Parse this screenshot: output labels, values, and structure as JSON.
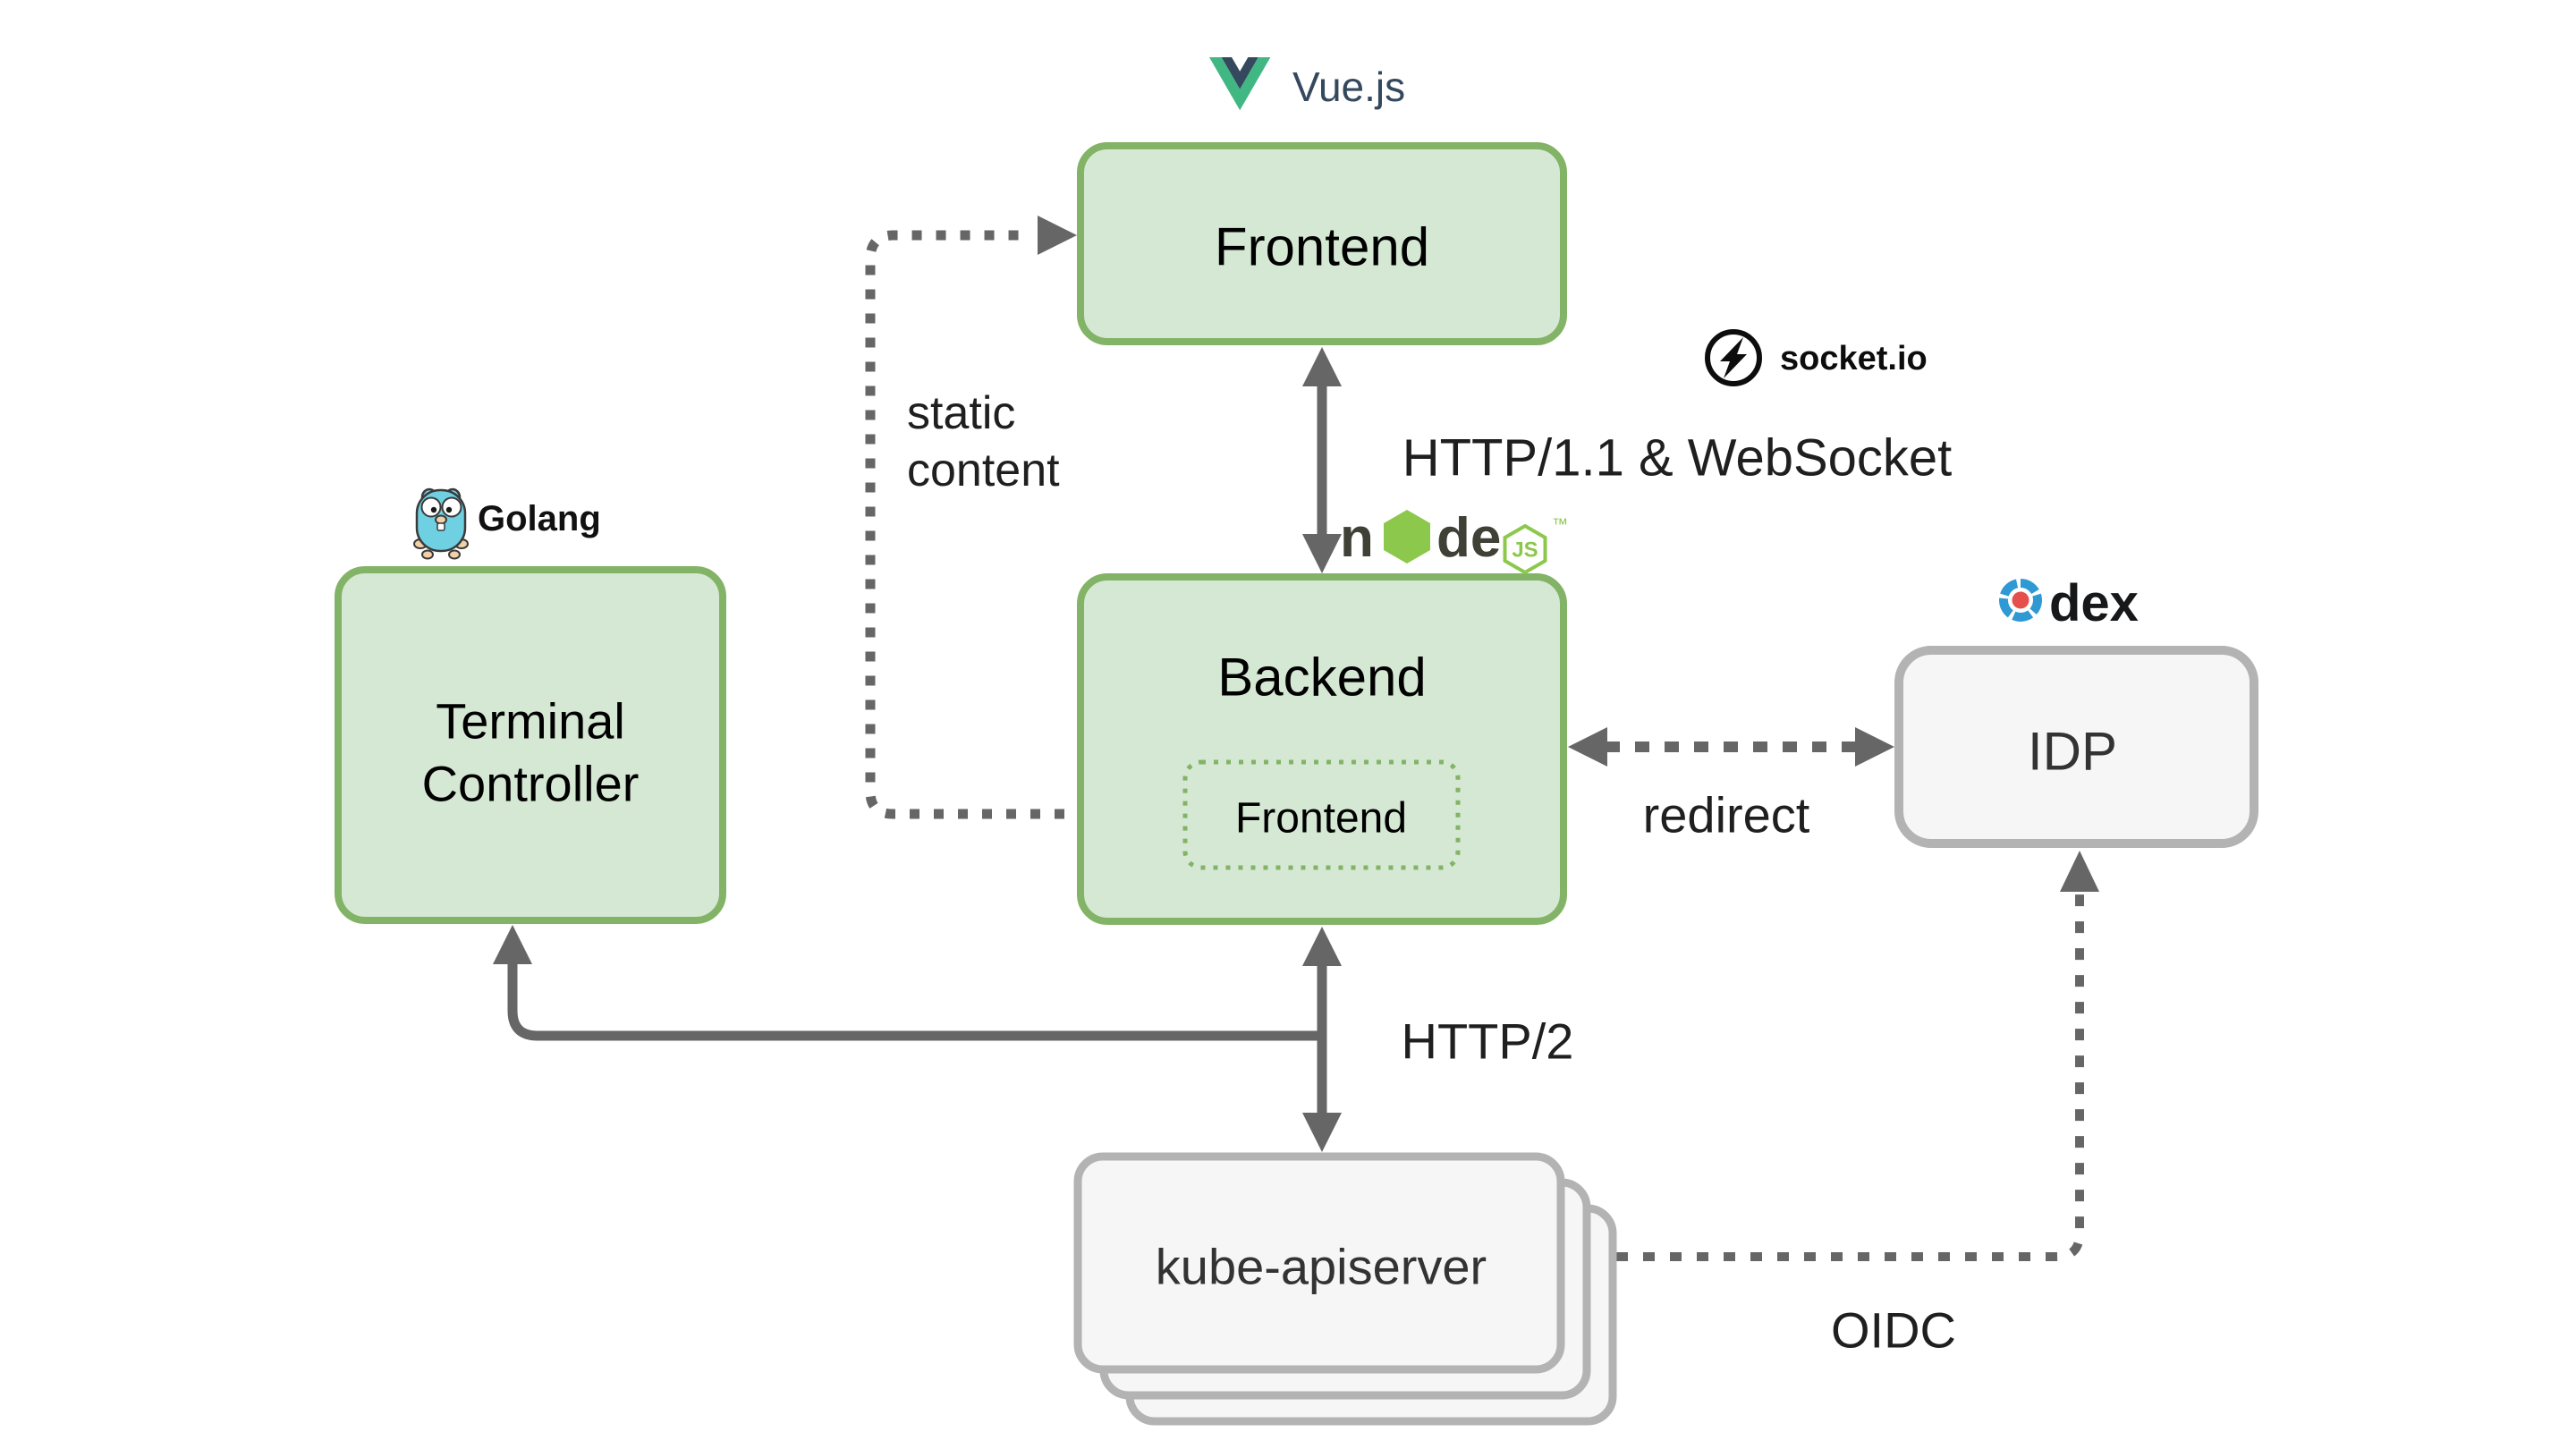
{
  "diagram": {
    "nodes": {
      "frontend": {
        "label": "Frontend"
      },
      "backend": {
        "label": "Backend"
      },
      "backend_embedded_frontend": {
        "label": "Frontend"
      },
      "terminal_controller": {
        "line1": "Terminal",
        "line2": "Controller"
      },
      "idp": {
        "label": "IDP"
      },
      "kube_apiserver": {
        "label": "kube-apiserver"
      }
    },
    "edge_labels": {
      "frontend_backend": "HTTP/1.1 & WebSocket",
      "static_content_line1": "static",
      "static_content_line2": "content",
      "backend_idp": "redirect",
      "backend_kube": "HTTP/2",
      "kube_idp": "OIDC"
    },
    "badges": {
      "vue": "Vue.js",
      "socketio": "socket.io",
      "golang": "Golang",
      "nodejs_n": "n",
      "nodejs_de": "de",
      "nodejs_js": "JS",
      "nodejs_tm": "™",
      "dex": "dex"
    },
    "colors": {
      "green_fill": "#d5e8d4",
      "green_stroke": "#82b366",
      "gray_fill": "#f6f6f6",
      "gray_stroke": "#b3b3b3",
      "gray_text": "#333333",
      "arrow": "#666666",
      "label_text": "#1f1f1f",
      "vue_green": "#41b883",
      "vue_dark": "#35495e",
      "node_dark": "#3f4036",
      "node_green": "#8cc84b",
      "golang_blue": "#6fd0e2",
      "dex_blue": "#2f99d4",
      "dex_red": "#e5504c",
      "socketio_black": "#0d0d0d"
    }
  }
}
